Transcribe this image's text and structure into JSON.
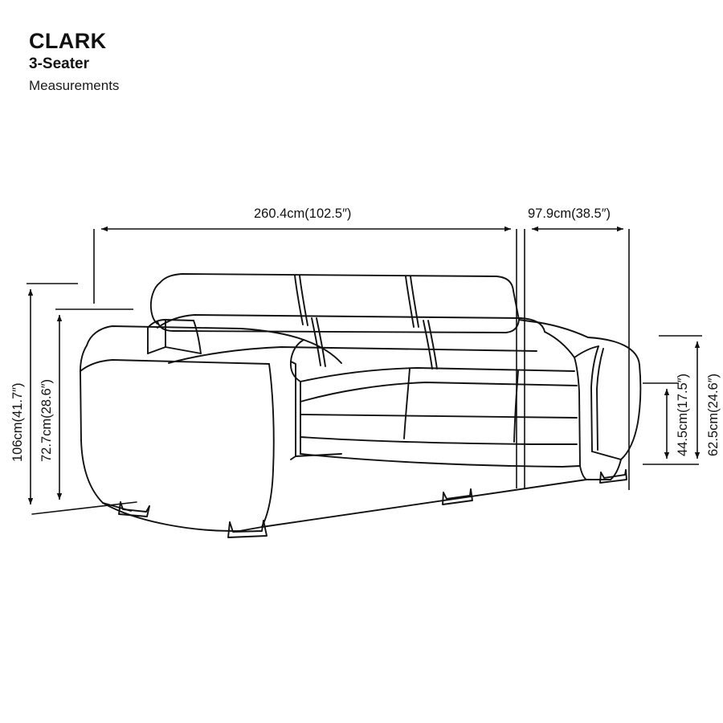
{
  "header": {
    "brand": "CLARK",
    "variant": "3-Seater",
    "subtitle": "Measurements"
  },
  "product": {
    "name": "CLARK",
    "type": "3-Seater Sofa",
    "illustration": "sofa-line-drawing-three-quarter-view"
  },
  "dimensions": {
    "overall_width": {
      "label": "260.4cm(102.5″)",
      "cm": 260.4,
      "inches": 102.5,
      "orientation": "horizontal",
      "position": "top-left"
    },
    "overall_depth": {
      "label": "97.9cm(38.5″)",
      "cm": 97.9,
      "inches": 38.5,
      "orientation": "horizontal",
      "position": "top-right"
    },
    "overall_height": {
      "label": "106cm(41.7″)",
      "cm": 106,
      "inches": 41.7,
      "orientation": "vertical",
      "position": "left-outer"
    },
    "back_height": {
      "label": "72.7cm(28.6″)",
      "cm": 72.7,
      "inches": 28.6,
      "orientation": "vertical",
      "position": "left-inner"
    },
    "seat_height": {
      "label": "44.5cm(17.5″)",
      "cm": 44.5,
      "inches": 17.5,
      "orientation": "vertical",
      "position": "right-inner"
    },
    "arm_height": {
      "label": "62.5cm(24.6″)",
      "cm": 62.5,
      "inches": 24.6,
      "orientation": "vertical",
      "position": "right-outer"
    }
  },
  "style": {
    "line_color": "#111111",
    "background_color": "#ffffff",
    "text_color": "#111111"
  }
}
